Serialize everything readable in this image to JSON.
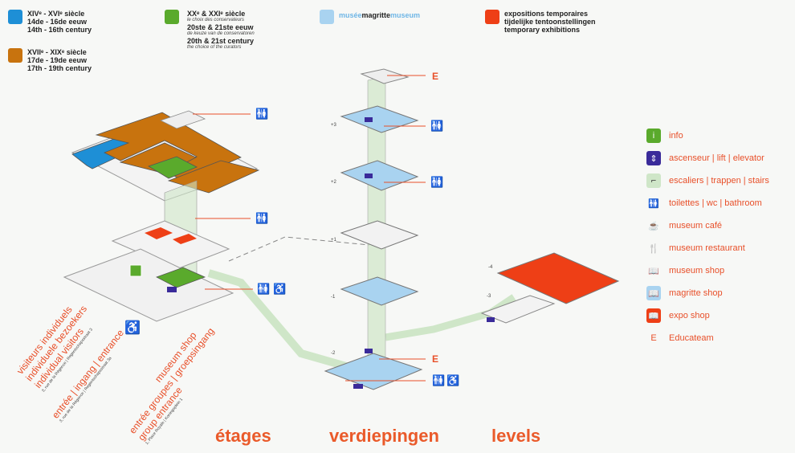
{
  "legend_periods": [
    {
      "id": "p1",
      "color": "#1e8fd6",
      "lines": [
        "XIVᵉ - XVIᵉ siècle",
        "14de - 16de eeuw",
        "14th - 16th century"
      ]
    },
    {
      "id": "p2",
      "color": "#c8730e",
      "lines": [
        "XVIIᵉ - XIXᵉ siècle",
        "17de - 19de eeuw",
        "17th - 19th century"
      ]
    },
    {
      "id": "p3",
      "color": "#5aaa2c",
      "lines": [
        "XXᵉ & XXIᵉ siècle",
        "le choix des conservateurs",
        "20ste & 21ste eeuw",
        "de keuze van de conservatoren",
        "20th & 21st century",
        "the choice of the curators"
      ]
    },
    {
      "id": "p4",
      "color": "#a9d3f0",
      "prefix": "musée",
      "mid": "magritte",
      "suffix": "museum"
    },
    {
      "id": "p5",
      "color": "#ee3f16",
      "lines": [
        "expositions temporaires",
        "tijdelijke tentoonstellingen",
        "temporary exhibitions"
      ]
    }
  ],
  "key": [
    {
      "icon": "info-icon",
      "glyph": "i",
      "bg": "#5aaa2c",
      "fg": "#fff",
      "label": "info"
    },
    {
      "icon": "elevator-icon",
      "glyph": "⇕",
      "bg": "#3a2b9a",
      "fg": "#fff",
      "label": "ascenseur | lift | elevator"
    },
    {
      "icon": "stairs-icon",
      "glyph": "⌐",
      "bg": "#cfe6c8",
      "fg": "#333",
      "label": "escaliers | trappen | stairs"
    },
    {
      "icon": "toilets-icon",
      "glyph": "🚻",
      "bg": "transparent",
      "fg": "#333",
      "label": "toilettes | wc | bathroom"
    },
    {
      "icon": "cafe-icon",
      "glyph": "☕",
      "bg": "transparent",
      "fg": "#333",
      "label": "museum café"
    },
    {
      "icon": "restaurant-icon",
      "glyph": "🍴",
      "bg": "transparent",
      "fg": "#333",
      "label": "museum restaurant"
    },
    {
      "icon": "shop-icon",
      "glyph": "📖",
      "bg": "transparent",
      "fg": "#333",
      "label": "museum shop"
    },
    {
      "icon": "magritte-shop-icon",
      "glyph": "📖",
      "bg": "#a9d3f0",
      "fg": "#333",
      "label": "magritte shop"
    },
    {
      "icon": "expo-shop-icon",
      "glyph": "📖",
      "bg": "#ee3f16",
      "fg": "#fff",
      "label": "expo shop"
    },
    {
      "icon": "educateam-icon",
      "glyph": "E",
      "bg": "transparent",
      "fg": "#e8502a",
      "label": "Educateam"
    }
  ],
  "bottom_title": {
    "fr": "étages",
    "nl": "verdiepingen",
    "en": "levels"
  },
  "levels": [
    "+3",
    "+2",
    "+1",
    "-1",
    "-2",
    "-3",
    "-4"
  ],
  "callout_e": "E",
  "entrances": {
    "individual": [
      "visiteurs individuels",
      "individuele bezoekers",
      "individual visitors"
    ],
    "individual_addr": "3, rue de la Régence | Regentschapsstraat 3",
    "main": "entrée | ingang | entrance",
    "main_addr": "3, rue de la Régence | Regentschapsstraat 3a",
    "shop": "museum shop",
    "groups": [
      "entrée groupes | groepsingang",
      "group entrance"
    ],
    "groups_addr": "1, Place Royale | Koningsplein 1"
  }
}
